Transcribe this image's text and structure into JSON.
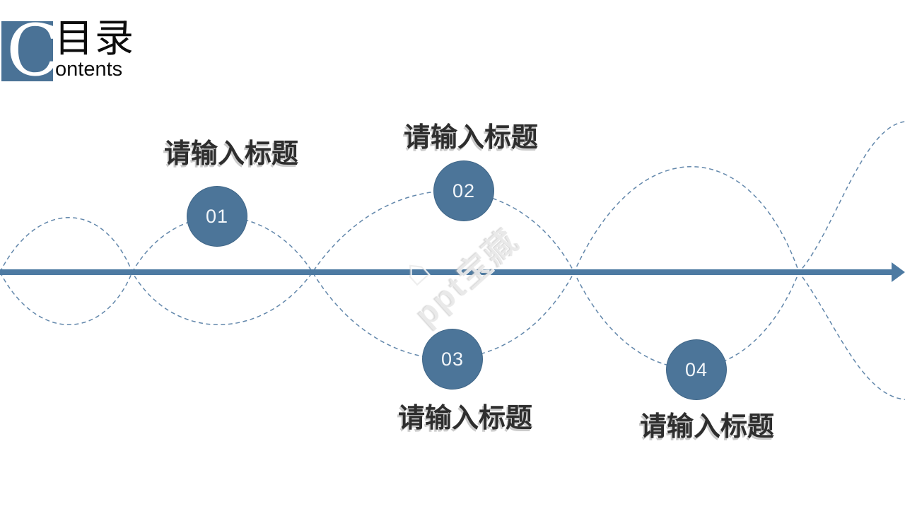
{
  "slide": {
    "background_color": "#ffffff",
    "watermark": {
      "text": "ppt宝藏",
      "icon_glyph": "⌂"
    }
  },
  "header": {
    "initial_letter": "C",
    "title_cn": "目录",
    "title_en_suffix": "ontents",
    "tile_color": "#4a7296"
  },
  "timeline": {
    "axis_color": "#4d7aa2",
    "wave_color": "#6287ab",
    "direction": "right-arrow"
  },
  "item_circle_color": "#4c7599",
  "items": [
    {
      "number": "01",
      "label": "请输入标题"
    },
    {
      "number": "02",
      "label": "请输入标题"
    },
    {
      "number": "03",
      "label": "请输入标题"
    },
    {
      "number": "04",
      "label": "请输入标题"
    }
  ]
}
